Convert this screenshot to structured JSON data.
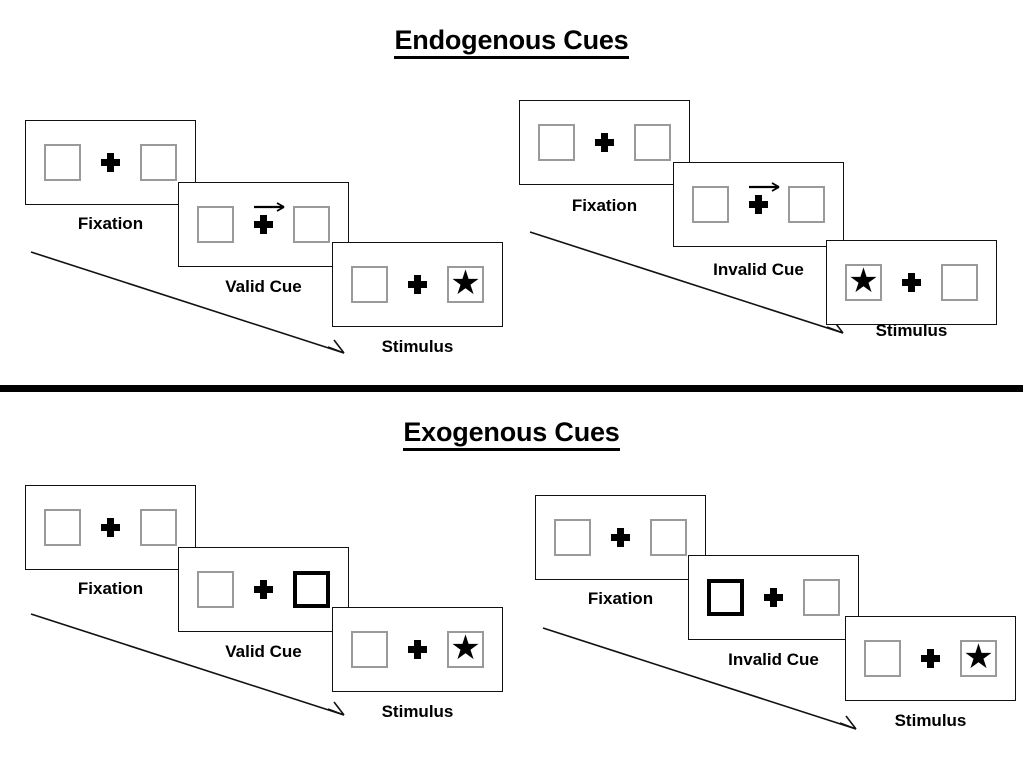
{
  "figure": {
    "background": "#ffffff",
    "line_color": "#111111",
    "box_color": "#9a9a9a",
    "cue_box_color": "#000000",
    "star_glyph": "★"
  },
  "sections": [
    {
      "id": "endogenous",
      "title": "Endogenous Cues",
      "columns": [
        {
          "id": "endogenous-valid",
          "panels": [
            {
              "id": "fixation",
              "caption": "Fixation",
              "left_box": "empty",
              "right_box": "empty",
              "cue": "none",
              "cue_side": "none"
            },
            {
              "id": "valid-cue",
              "caption": "Valid Cue",
              "left_box": "empty",
              "right_box": "empty",
              "cue": "arrow",
              "cue_side": "right"
            },
            {
              "id": "stimulus",
              "caption": "Stimulus",
              "left_box": "empty",
              "right_box": "star",
              "cue": "none",
              "cue_side": "none"
            }
          ]
        },
        {
          "id": "endogenous-invalid",
          "panels": [
            {
              "id": "fixation",
              "caption": "Fixation",
              "left_box": "empty",
              "right_box": "empty",
              "cue": "none",
              "cue_side": "none"
            },
            {
              "id": "invalid-cue",
              "caption": "Invalid Cue",
              "left_box": "empty",
              "right_box": "empty",
              "cue": "arrow",
              "cue_side": "right"
            },
            {
              "id": "stimulus",
              "caption": "Stimulus",
              "left_box": "star",
              "right_box": "empty",
              "cue": "none",
              "cue_side": "none"
            }
          ]
        }
      ]
    },
    {
      "id": "exogenous",
      "title": "Exogenous Cues",
      "columns": [
        {
          "id": "exogenous-valid",
          "panels": [
            {
              "id": "fixation",
              "caption": "Fixation",
              "left_box": "empty",
              "right_box": "empty",
              "cue": "none",
              "cue_side": "none"
            },
            {
              "id": "valid-cue",
              "caption": "Valid Cue",
              "left_box": "empty",
              "right_box": "cued",
              "cue": "box-flash",
              "cue_side": "right"
            },
            {
              "id": "stimulus",
              "caption": "Stimulus",
              "left_box": "empty",
              "right_box": "star",
              "cue": "none",
              "cue_side": "none"
            }
          ]
        },
        {
          "id": "exogenous-invalid",
          "panels": [
            {
              "id": "fixation",
              "caption": "Fixation",
              "left_box": "empty",
              "right_box": "empty",
              "cue": "none",
              "cue_side": "none"
            },
            {
              "id": "invalid-cue",
              "caption": "Invalid Cue",
              "left_box": "cued",
              "right_box": "empty",
              "cue": "box-flash",
              "cue_side": "left"
            },
            {
              "id": "stimulus",
              "caption": "Stimulus",
              "left_box": "empty",
              "right_box": "star",
              "cue": "none",
              "cue_side": "none"
            }
          ]
        }
      ]
    }
  ]
}
